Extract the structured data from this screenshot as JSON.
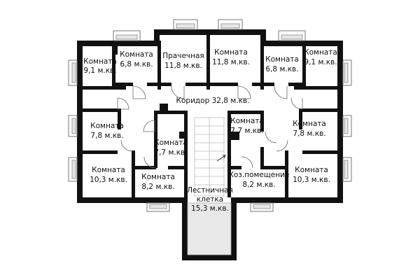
{
  "rooms": [
    {
      "id": "room-nw-corner",
      "name": "Комната",
      "area": "9,1 м.кв."
    },
    {
      "id": "room-n-left",
      "name": "Комната",
      "area": "6,8 м.кв."
    },
    {
      "id": "laundry",
      "name": "Прачечная",
      "area": "11,8 м.кв."
    },
    {
      "id": "room-n-center",
      "name": "Комната",
      "area": "11,8 м.кв."
    },
    {
      "id": "room-n-right",
      "name": "Комната",
      "area": "6,8 м.кв."
    },
    {
      "id": "room-ne-corner",
      "name": "Комната",
      "area": "9,1 м.кв."
    },
    {
      "id": "corridor",
      "name": "Коридор 32,8 м.кв.",
      "area": ""
    },
    {
      "id": "room-w-middle",
      "name": "Комната",
      "area": "7,8 м.кв."
    },
    {
      "id": "room-center-left",
      "name": "Комната",
      "area": "7,7 м.кв."
    },
    {
      "id": "room-center-right",
      "name": "Комната",
      "area": "7,7 м.кв."
    },
    {
      "id": "room-e-middle",
      "name": "Комната",
      "area": "7,8 м.кв."
    },
    {
      "id": "room-sw-corner",
      "name": "Комната",
      "area": "10,3 м.кв."
    },
    {
      "id": "room-s-left",
      "name": "Комната",
      "area": "8,2 м.кв."
    },
    {
      "id": "staircase",
      "name": "Лестничная",
      "name2": "клетка",
      "area": "15,3 м.кв."
    },
    {
      "id": "utility",
      "name": "Хоз.помещение",
      "area": "8,2 м.кв."
    },
    {
      "id": "room-se-corner",
      "name": "Комната",
      "area": "10,3 м.кв."
    }
  ]
}
